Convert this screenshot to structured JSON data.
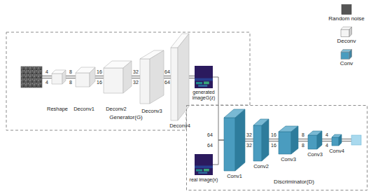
{
  "diagram": {
    "nodes": [
      {
        "text": [
          "Generator(G)"
        ]
      },
      {
        "text": [
          "Reshape"
        ],
        "in": 0
      },
      {
        "text": [
          "Deconv1"
        ],
        "in": 0
      },
      {
        "text": [
          "Deconv2"
        ],
        "in": 0
      },
      {
        "text": [
          "Deconv3"
        ],
        "in": 0
      },
      {
        "text": [
          "Deconv4"
        ],
        "in": 0
      },
      {
        "text": [
          "generated imageG(z)"
        ],
        "in": 0
      },
      {
        "text": [
          "Discriminator(D)"
        ]
      },
      {
        "text": [
          "real image(x)"
        ],
        "in": 7
      },
      {
        "text": [
          "Conv1"
        ],
        "in": 7
      },
      {
        "text": [
          "Conv2"
        ],
        "in": 7
      },
      {
        "text": [
          "Conv3"
        ],
        "in": 7
      },
      {
        "text": [
          "Conv3"
        ],
        "in": 7
      },
      {
        "text": [
          "Conv4"
        ],
        "in": 7
      }
    ],
    "edges": [
      {
        "from": 1,
        "to": 2,
        "arrow": "none"
      },
      {
        "from": 2,
        "to": 3,
        "arrow": "none"
      },
      {
        "from": 3,
        "to": 4,
        "arrow": "none"
      },
      {
        "from": 4,
        "to": 5,
        "arrow": "none"
      },
      {
        "from": 5,
        "to": 6,
        "arrow": "none"
      },
      {
        "from": 6,
        "to": 9,
        "arrow": "none"
      },
      {
        "from": 8,
        "to": 9,
        "arrow": "none"
      },
      {
        "from": 9,
        "to": 10,
        "arrow": "none"
      },
      {
        "from": 10,
        "to": 11,
        "arrow": "none"
      },
      {
        "from": 11,
        "to": 12,
        "arrow": "none"
      },
      {
        "from": 12,
        "to": 13,
        "arrow": "none"
      }
    ],
    "labels": [
      "4",
      "4",
      "8",
      "8",
      "16",
      "16",
      "32",
      "32",
      "64",
      "64",
      "64",
      "64",
      "32",
      "32",
      "16",
      "16",
      "8",
      "8",
      "4",
      "4"
    ],
    "legend": [
      {
        "text": "Random noise",
        "color": "#555555"
      },
      {
        "text": "Deconv",
        "color": "#f4f4f4"
      },
      {
        "text": "Conv",
        "color": "#4a9cbf"
      }
    ]
  }
}
